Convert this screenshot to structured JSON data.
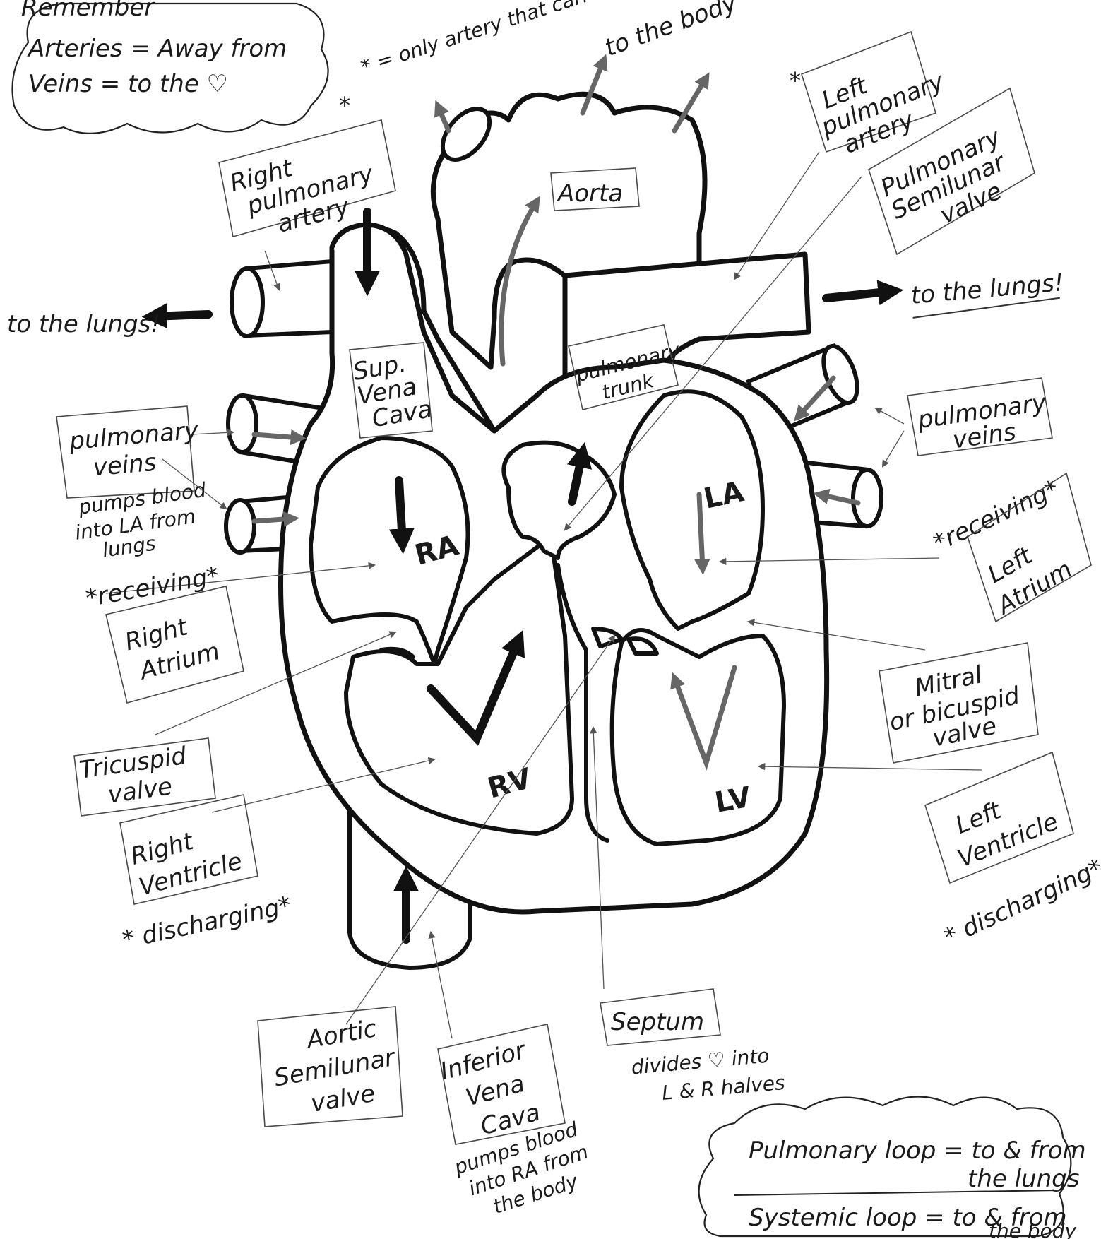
{
  "remember_note": {
    "title": "Remember",
    "line1": "Arteries = Away from",
    "line2": "Veins = to the ♡"
  },
  "star_note": "* = only artery that carries deoxygenated blood in the body",
  "labels": {
    "right_pulmonary_artery": [
      "Right",
      "pulmonary",
      "artery"
    ],
    "aorta": "Aorta",
    "to_the_body": "to the body",
    "left_pulmonary_artery": [
      "Left",
      "pulmonary",
      "artery"
    ],
    "pulmonary_semilunar_valve": [
      "Pulmonary",
      "Semilunar",
      "valve"
    ],
    "to_the_lungs_right": "to the lungs!",
    "to_the_lungs_left": "to the lungs!",
    "sup_vena_cava": [
      "Sup.",
      "Vena",
      "Cava"
    ],
    "pulmonary_trunk": [
      "pulmonary",
      "trunk"
    ],
    "pulmonary_veins_left": [
      "pulmonary",
      "veins"
    ],
    "pulmonary_veins_note": [
      "pumps blood",
      "into LA from",
      "lungs"
    ],
    "pulmonary_veins_right": [
      "pulmonary",
      "veins"
    ],
    "receiving_left": "*receiving*",
    "right_atrium": [
      "Right",
      "Atrium"
    ],
    "receiving_right": "*receiving*",
    "left_atrium": [
      "Left",
      "Atrium"
    ],
    "tricuspid_valve": [
      "Tricuspid",
      "valve"
    ],
    "mitral_valve": [
      "Mitral",
      "or bicuspid",
      "valve"
    ],
    "right_ventricle": [
      "Right",
      "Ventricle"
    ],
    "discharging_left": "* discharging*",
    "left_ventricle": [
      "Left",
      "Ventricle"
    ],
    "discharging_right": "* discharging*",
    "aortic_semilunar_valve": [
      "Aortic",
      "Semilunar",
      "valve"
    ],
    "inferior_vena_cava": [
      "Inferior",
      "Vena",
      "Cava"
    ],
    "ivc_note": [
      "pumps blood",
      "into RA from",
      "the body"
    ],
    "septum": "Septum",
    "septum_note": [
      "divides ♡ into",
      "L & R halves"
    ]
  },
  "chambers": {
    "ra": "RA",
    "rv": "RV",
    "la": "LA",
    "lv": "LV"
  },
  "loop_note": {
    "pulmonary": "Pulmonary loop = to & from",
    "pulmonary2": "the lungs",
    "systemic": "Systemic loop = to & from",
    "systemic2": "the body"
  }
}
